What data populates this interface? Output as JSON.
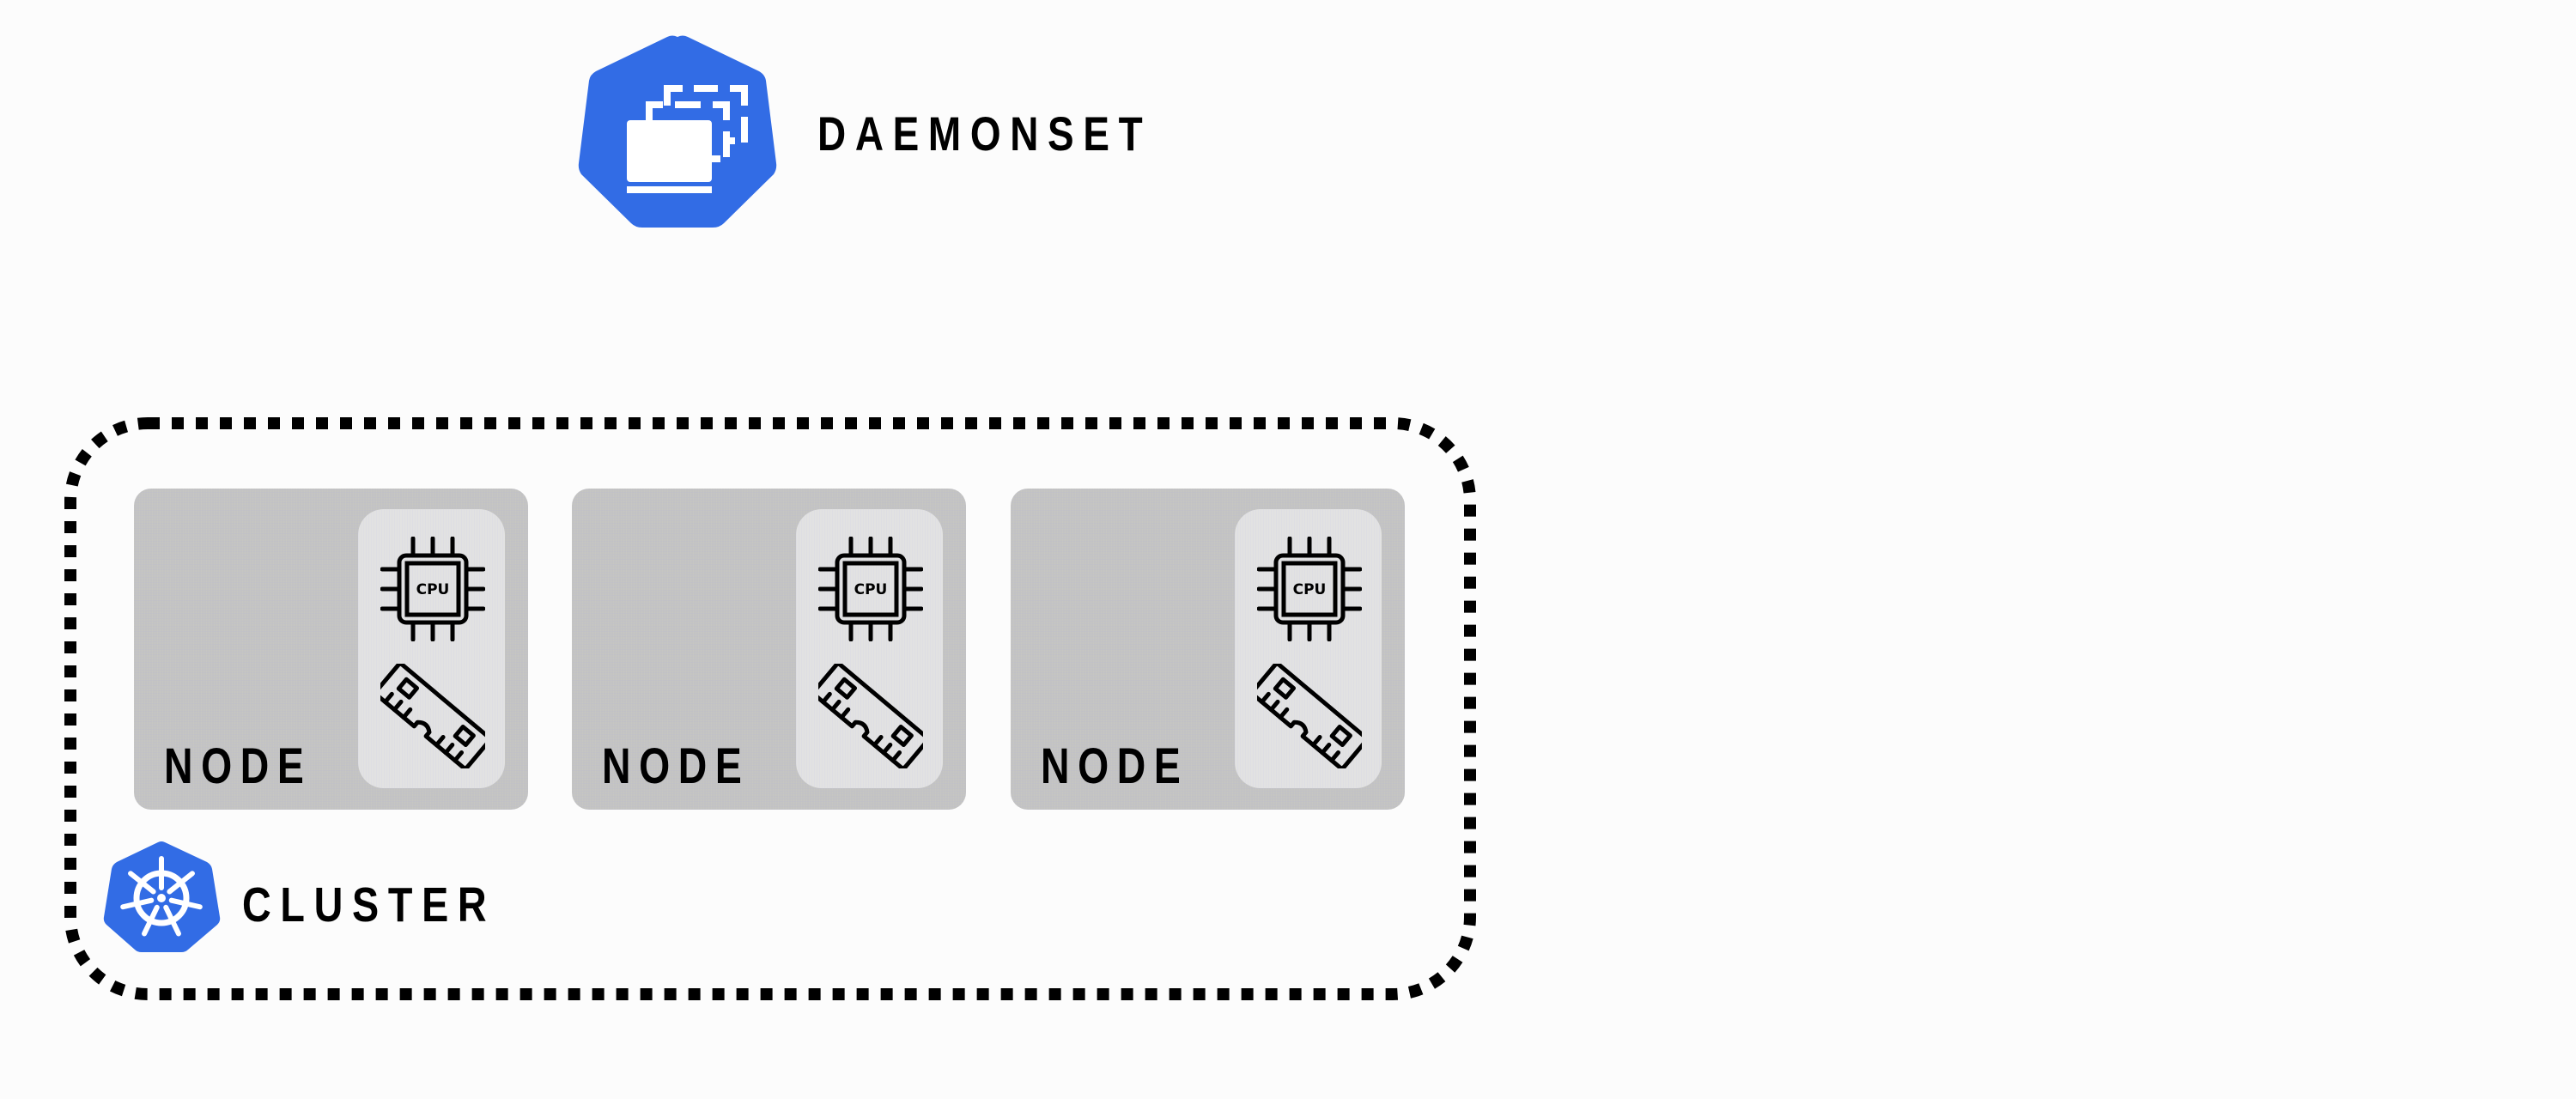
{
  "daemonset": {
    "label": "DAEMONSET",
    "icon": "daemonset-icon"
  },
  "cluster": {
    "label": "CLUSTER",
    "icon": "kubernetes-helm-icon",
    "border_style": "dotted"
  },
  "nodes": [
    {
      "label": "NODE",
      "cpu_label": "CPU",
      "resources": [
        "cpu-icon",
        "ram-icon"
      ]
    },
    {
      "label": "NODE",
      "cpu_label": "CPU",
      "resources": [
        "cpu-icon",
        "ram-icon"
      ]
    },
    {
      "label": "NODE",
      "cpu_label": "CPU",
      "resources": [
        "cpu-icon",
        "ram-icon"
      ]
    }
  ],
  "colors": {
    "kubernetes_blue": "#326ce5",
    "node_fill": "#c3c3c3",
    "resource_panel_fill": "#e2e2e2",
    "background": "#fcfcfc",
    "text": "#000000"
  }
}
